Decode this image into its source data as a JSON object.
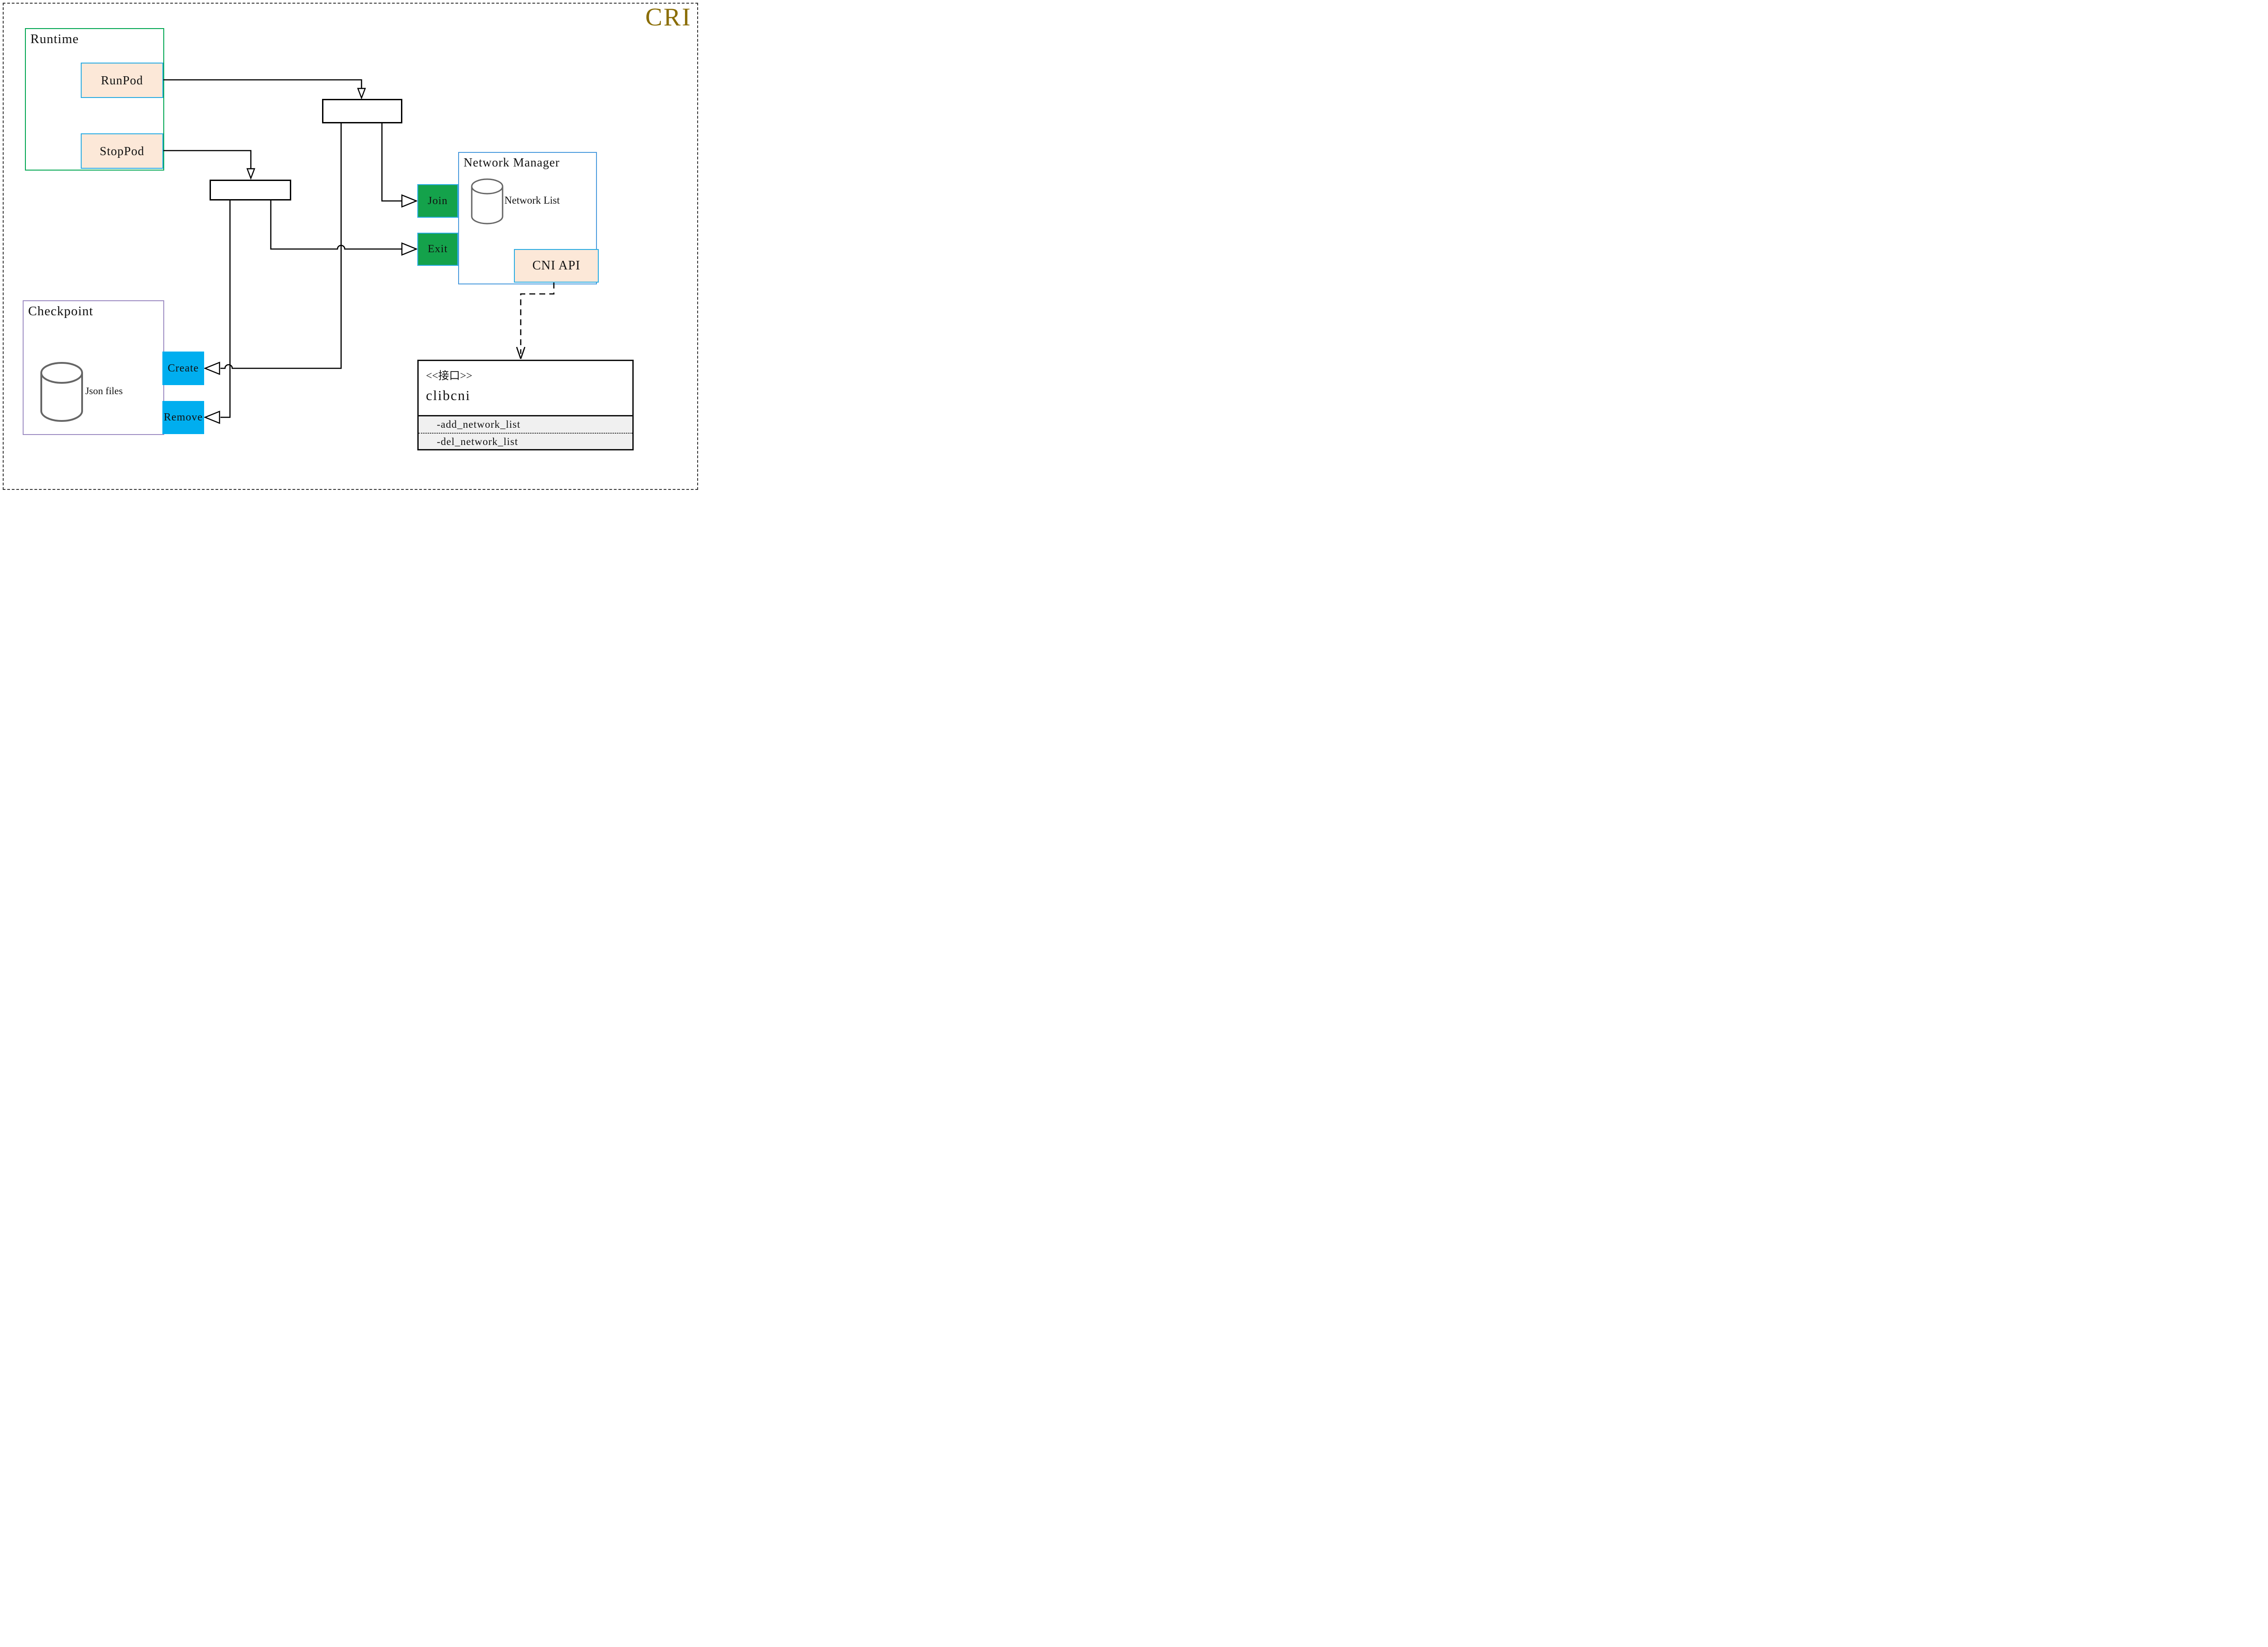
{
  "title": {
    "text": "CRI",
    "color": "#8a6d05"
  },
  "runtime": {
    "label": "Runtime",
    "nodes": [
      {
        "label": "RunPod"
      },
      {
        "label": "StopPod"
      }
    ]
  },
  "network_manager": {
    "label": "Network Manager",
    "datastore": {
      "label": "Network List",
      "icon": "database-cylinder-icon"
    },
    "nodes": [
      {
        "label": "Join"
      },
      {
        "label": "Exit"
      }
    ],
    "api_node": {
      "label": "CNI API"
    }
  },
  "checkpoint": {
    "label": "Checkpoint",
    "datastore": {
      "label": "Json files",
      "icon": "database-cylinder-icon"
    },
    "nodes": [
      {
        "label": "Create"
      },
      {
        "label": "Remove"
      }
    ]
  },
  "interface_box": {
    "stereotype": "<<接口>>",
    "name": "clibcni",
    "methods": [
      "-add_network_list",
      "-del_network_list"
    ]
  },
  "colors": {
    "title_gold": "#8a6d05",
    "runtime_border_green": "#00a651",
    "network_manager_border_blue": "#4a9add",
    "checkpoint_border_purple": "#9d8cc2",
    "node_peach_fill": "#fce8d8",
    "node_cyan_border": "#29abe2",
    "action_green_fill": "#14a24b",
    "action_blue_fill": "#00aeef",
    "interface_methods_bg": "#f0f0f0",
    "cylinder_stroke_gray": "#666666",
    "connector_black": "#000000"
  }
}
